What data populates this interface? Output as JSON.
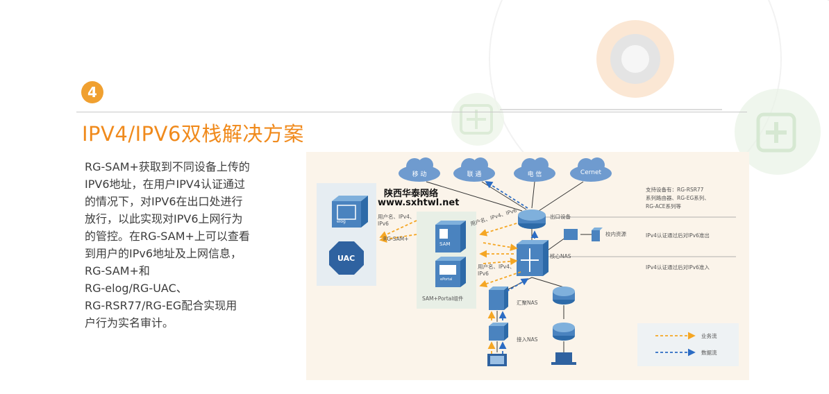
{
  "step": {
    "number": "4"
  },
  "title": "IPV4/IPV6双栈解决方案",
  "description": {
    "lines": [
      "RG-SAM+获取到不同设备上传的",
      "IPV6地址，在用户IPV4认证通过",
      "的情况下，对IPV6在出口处进行",
      "放行，以此实现对IPV6上网行为",
      "的管控。在RG-SAM+上可以查看",
      "到用户的IPv6地址及上网信息，",
      "RG-SAM+和",
      "RG-elog/RG-UAC、",
      "RG-RSR77/RG-EG配合实现用",
      "户行为实名审计。"
    ]
  },
  "watermark": {
    "line1": "陕西华泰网络",
    "line2": "www.sxhtwl.net"
  },
  "diagram": {
    "clouds": [
      "移 动",
      "联 通",
      "电 信",
      "Cernet"
    ],
    "left_boxes": [
      "elog",
      "UAC"
    ],
    "sam_group": {
      "server1": "SAM",
      "server2": "ePortal",
      "caption": "SAM+Portal组件"
    },
    "labels": {
      "rg_sam": "RG-SAM+",
      "user_info_1a": "用户名、IPv4、",
      "user_info_1b": "IPv6",
      "user_info_2": "用户名、IPv4、IPv6",
      "user_info_3a": "用户名、IPv4、",
      "user_info_3b": "IPv6",
      "exit_device": "出口设备",
      "core_nas": "核心NAS",
      "agg_nas": "汇聚NAS",
      "access_nas": "接入NAS",
      "campus_res": "校内资源",
      "support_1": "支持设备有：RG-RSR77",
      "support_2": "系列路由器、RG-EG系列、",
      "support_3": "RG-ACE系列等",
      "release_note": "IPv4认证通过后对IPv6准出",
      "access_note": "IPv4认证通过后对IPv6准入"
    },
    "legend": {
      "business_flow": "业务流",
      "data_flow": "数据流"
    },
    "colors": {
      "business": "#f5a623",
      "data": "#2b6cc4",
      "accent": "#f08a1c",
      "device": "#4a83bf",
      "cloud": "#6f9bcf"
    }
  }
}
